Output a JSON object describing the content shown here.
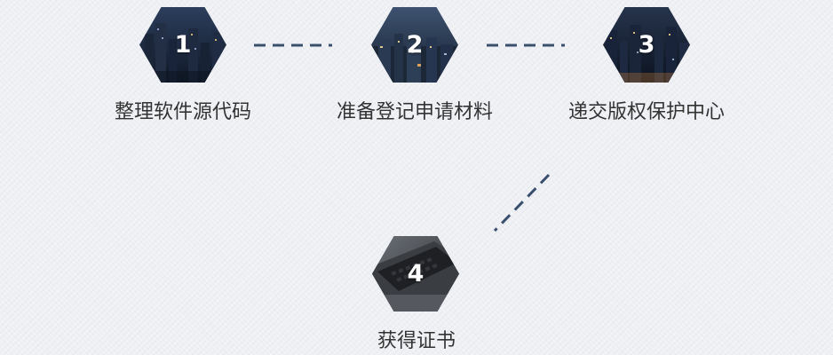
{
  "accent_color": "#3a4f6d",
  "steps": [
    {
      "number": "1",
      "label": "整理软件源代码",
      "icon": "city-night-photo"
    },
    {
      "number": "2",
      "label": "准备登记申请材料",
      "icon": "city-night-photo"
    },
    {
      "number": "3",
      "label": "递交版权保护中心",
      "icon": "city-night-photo"
    },
    {
      "number": "4",
      "label": "获得证书",
      "icon": "keyboard-photo"
    }
  ]
}
